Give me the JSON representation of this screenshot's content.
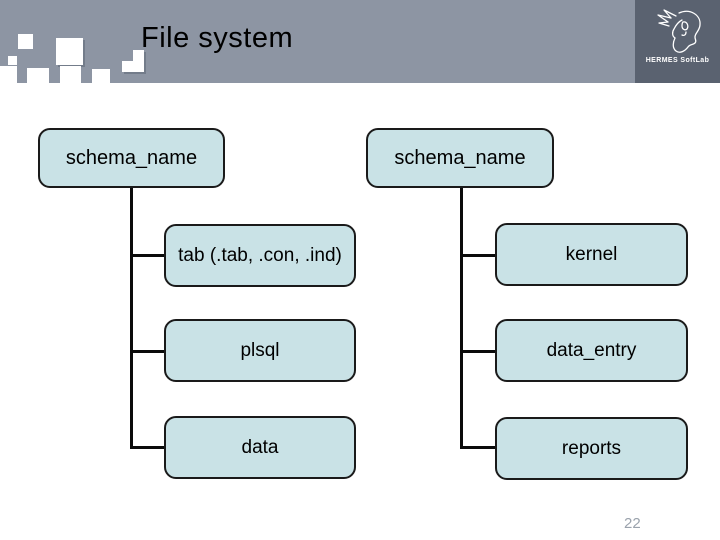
{
  "slide": {
    "title": "File system",
    "page_number": "22"
  },
  "logo": {
    "icon": "hermes-head-line-art",
    "text": "HERMES SoftLab"
  },
  "colors": {
    "header_band": "#8d95a3",
    "logo_square": "#5a6270",
    "node_fill": "#c9e2e6",
    "node_border": "#1a1a1a",
    "connector": "#0b0b0b",
    "title_text": "#000000",
    "page_number_text": "#9aa2ac"
  },
  "diagram": {
    "type": "tree",
    "trees": [
      {
        "root": "schema_name",
        "children": [
          "tab (.tab, .con, .ind)",
          "plsql",
          "data"
        ]
      },
      {
        "root": "schema_name",
        "children": [
          "kernel",
          "data_entry",
          "reports"
        ]
      }
    ]
  }
}
